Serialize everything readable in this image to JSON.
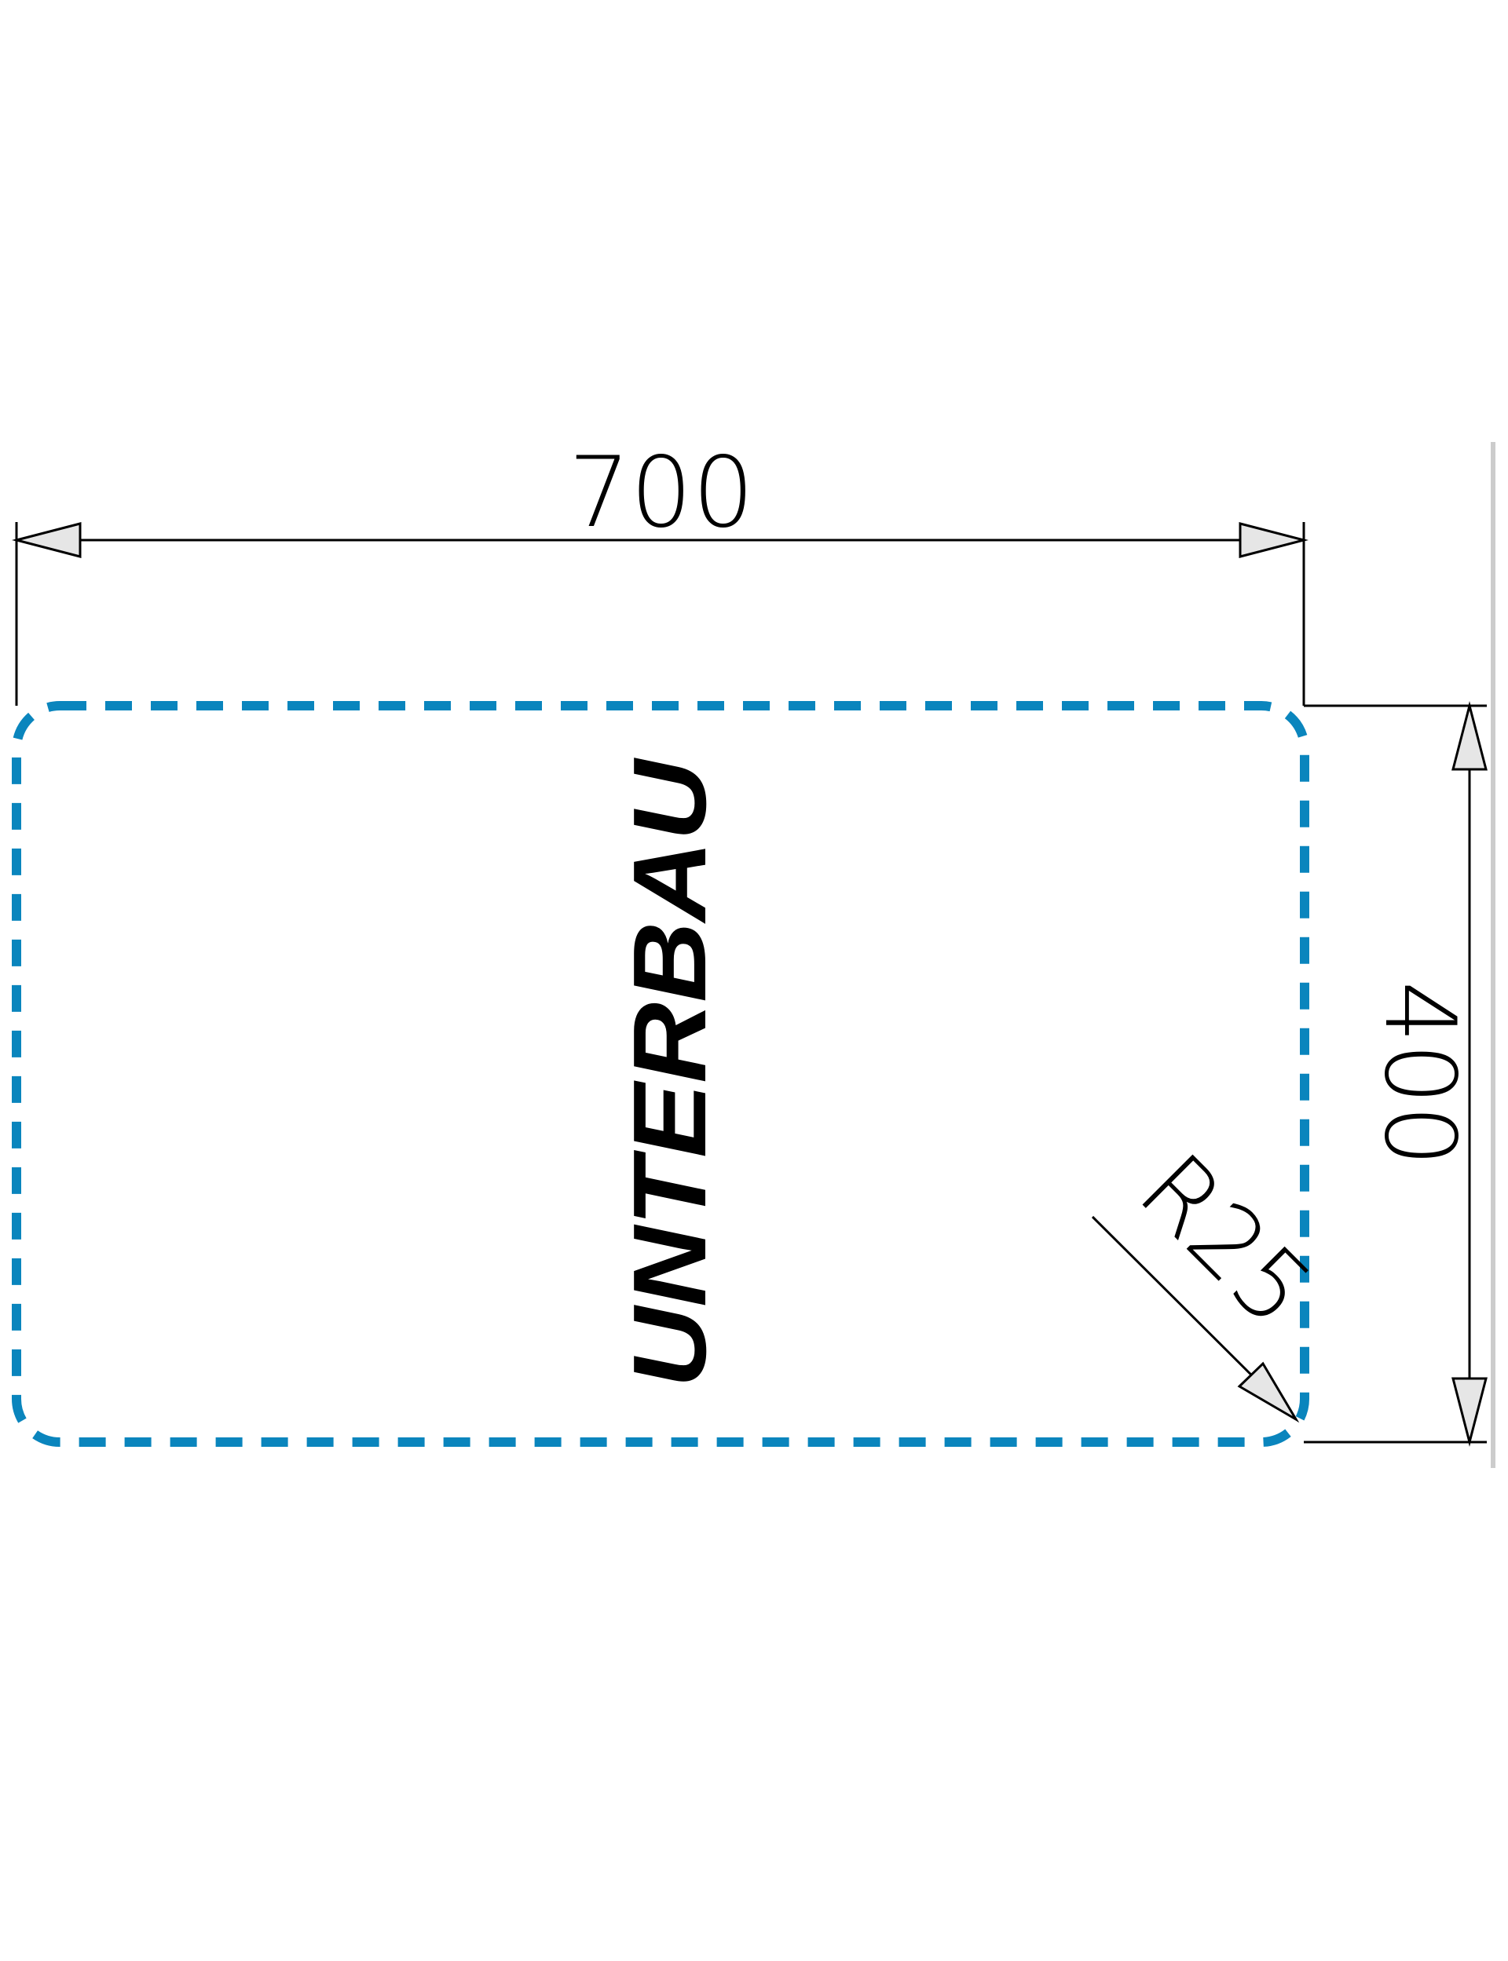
{
  "drawing": {
    "width_label": "700",
    "height_label": "400",
    "radius_label": "R25",
    "mount_label": "UNTERBAU",
    "outline_color": "#0a85bd",
    "line_color": "#000000",
    "arrow_fill": "#e6e6e6"
  }
}
